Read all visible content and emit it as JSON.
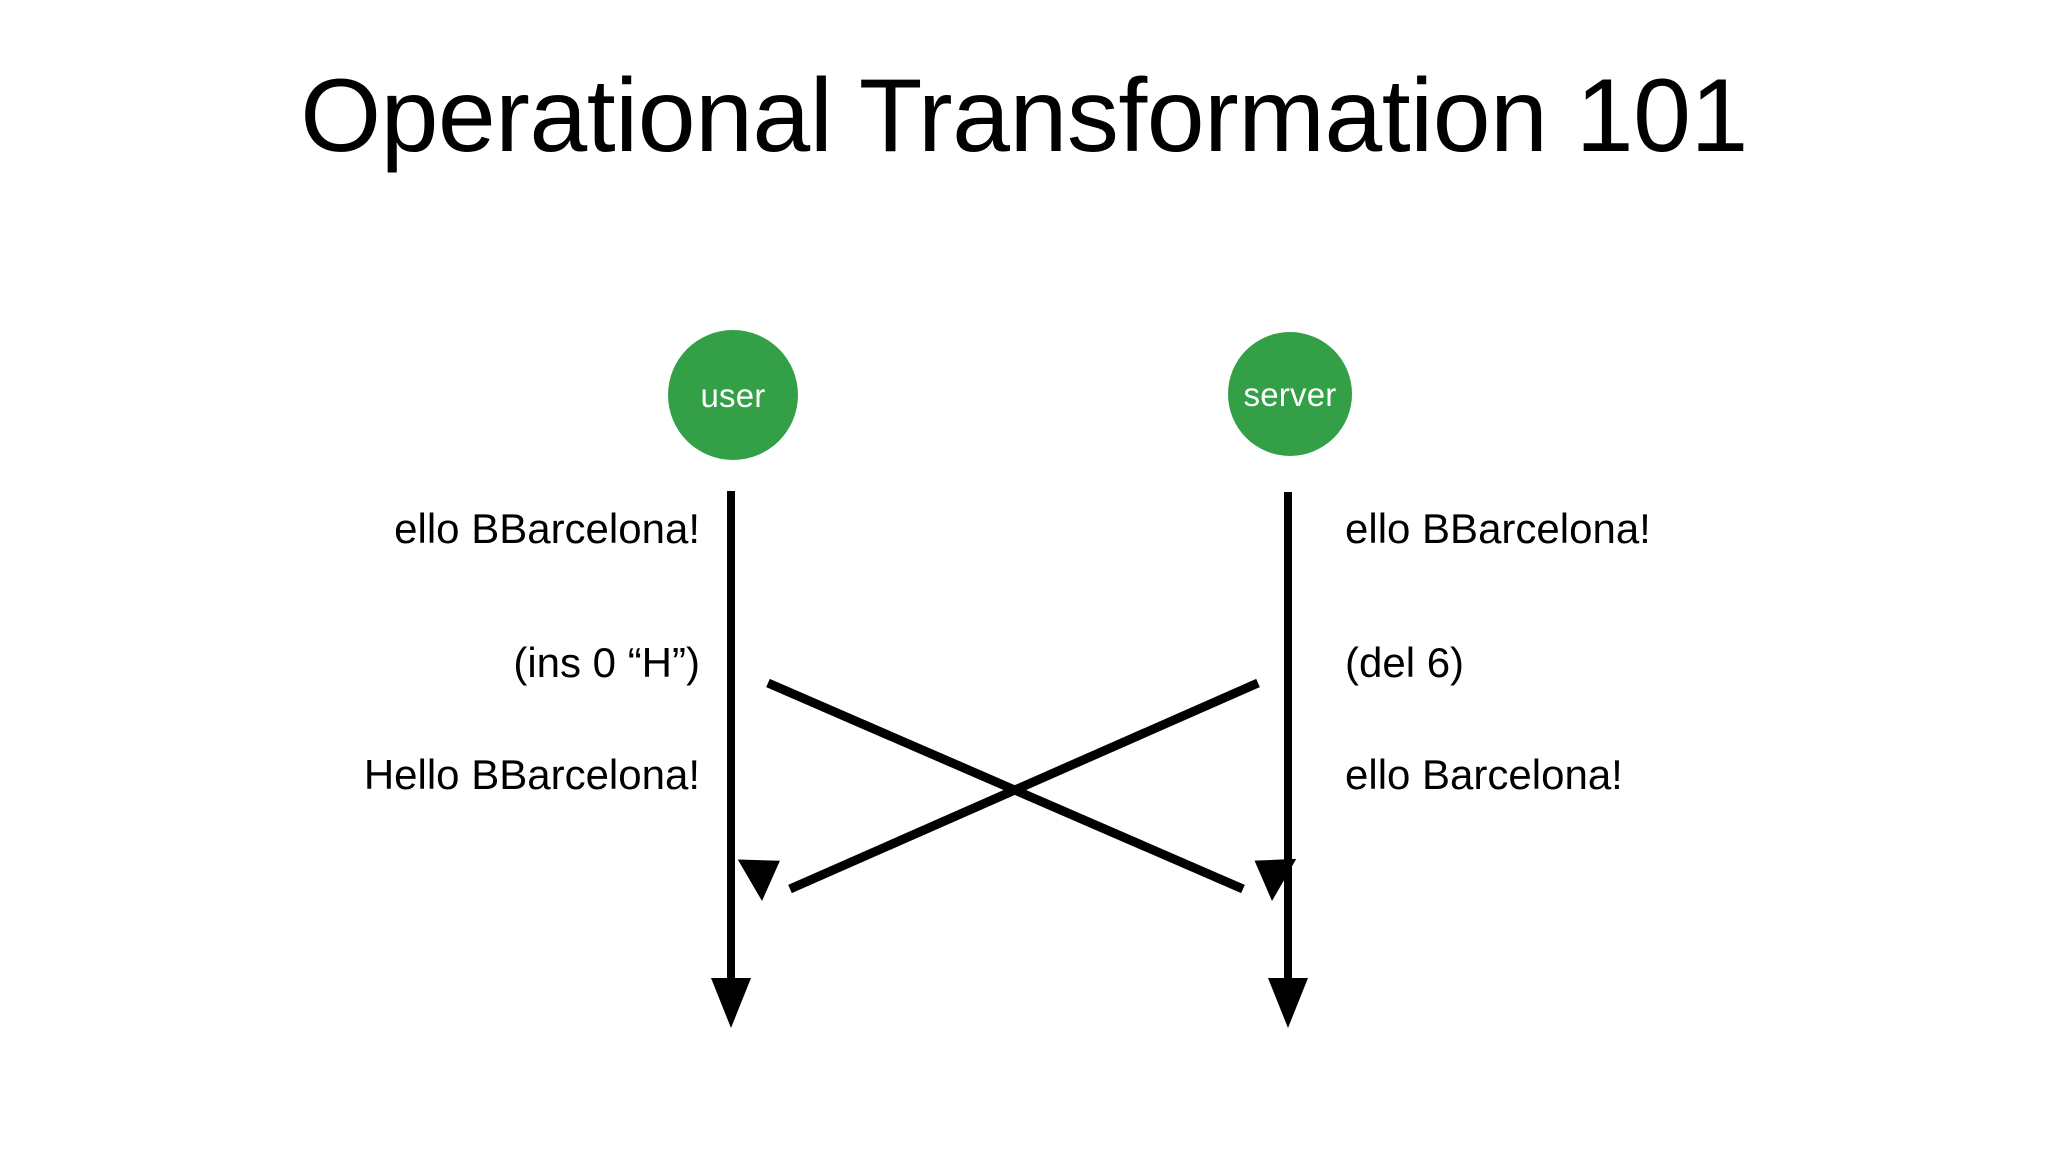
{
  "slide": {
    "title": "Operational Transformation 101",
    "background_color": "#ffffff",
    "text_color": "#000000",
    "accent_color": "#33a047"
  },
  "diagram": {
    "type": "sequence-diagram",
    "actors": [
      {
        "id": "user",
        "label": "user",
        "color": "#33a047",
        "label_color": "#ffffff"
      },
      {
        "id": "server",
        "label": "server",
        "color": "#33a047",
        "label_color": "#ffffff"
      }
    ],
    "left_notes": [
      {
        "row": 0,
        "text": "ello BBarcelona!"
      },
      {
        "row": 1,
        "text": "(ins 0 “H”)"
      },
      {
        "row": 2,
        "text": "Hello BBarcelona!"
      }
    ],
    "right_notes": [
      {
        "row": 0,
        "text": "ello BBarcelona!"
      },
      {
        "row": 1,
        "text": "(del 6)"
      },
      {
        "row": 2,
        "text": "ello Barcelona!"
      }
    ],
    "messages": [
      {
        "id": "user-to-server",
        "from": "user",
        "to": "server",
        "direction": "right",
        "operation": "(ins 0 “H”)"
      },
      {
        "id": "server-to-user",
        "from": "server",
        "to": "user",
        "direction": "left",
        "operation": "(del 6)"
      }
    ],
    "lifelines": [
      {
        "actor": "user",
        "terminator": "arrowhead-down"
      },
      {
        "actor": "server",
        "terminator": "arrowhead-down"
      }
    ]
  }
}
